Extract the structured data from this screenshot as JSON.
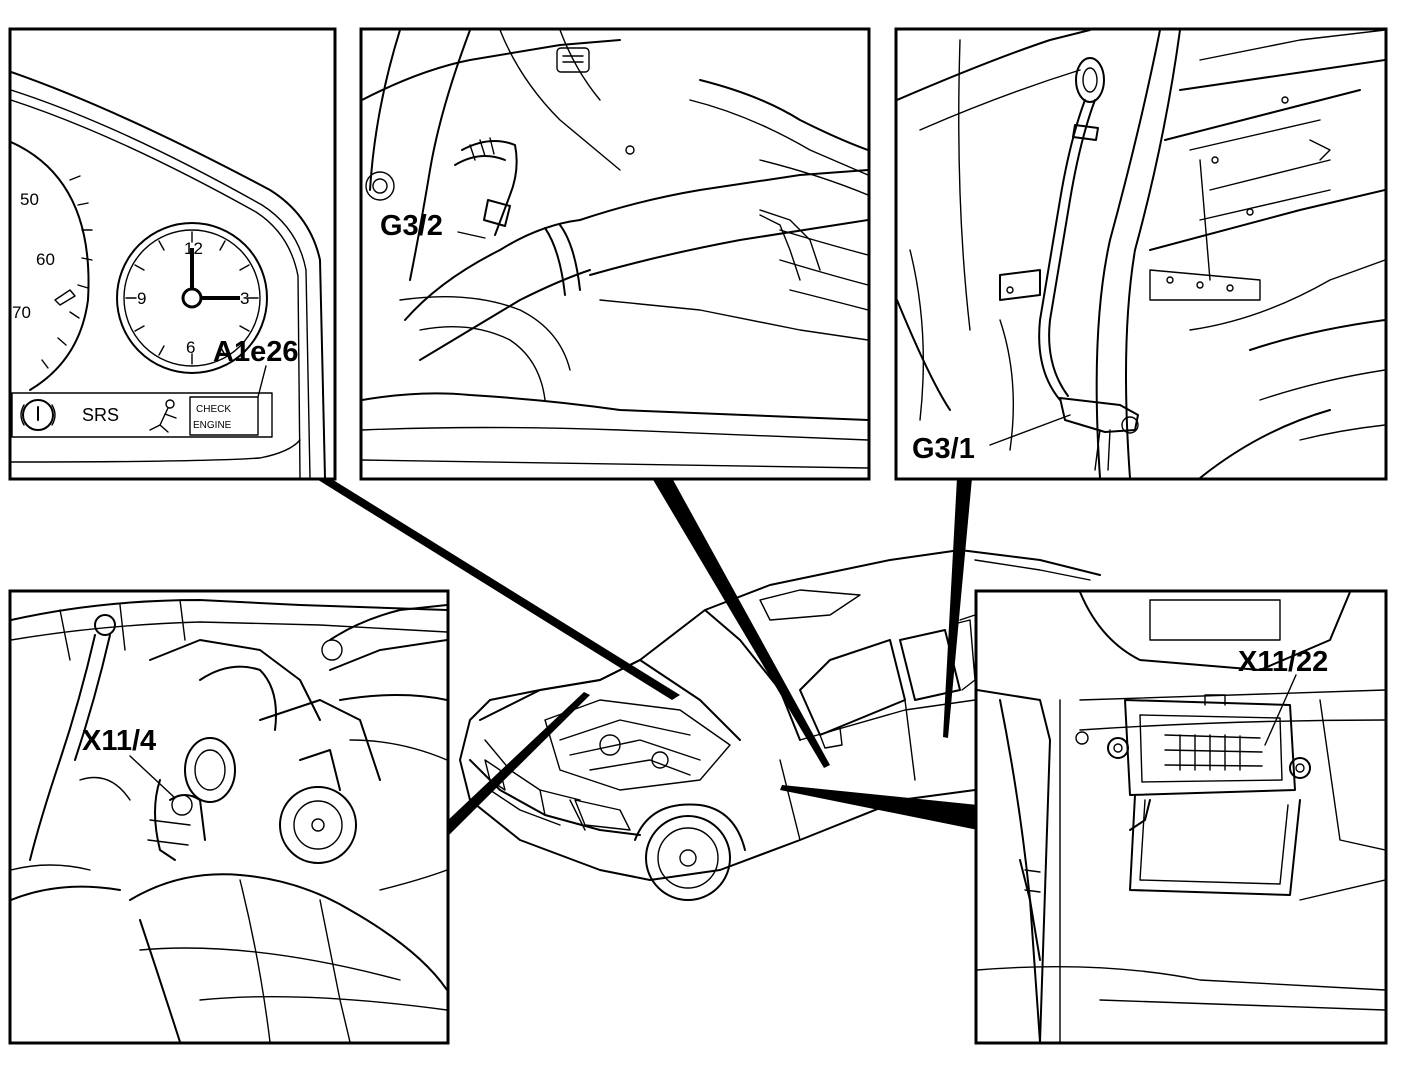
{
  "labels": {
    "cluster": "A1e26",
    "engine_left": "G3/2",
    "exhaust_right": "G3/1",
    "engine_bay": "X11/4",
    "footwell": "X11/22"
  },
  "cluster_text": {
    "srs": "SRS",
    "check": "CHECK",
    "engine": "ENGINE",
    "speed_50": "50",
    "speed_60": "60",
    "speed_70": "70",
    "clock_12": "12",
    "clock_3": "3",
    "clock_6": "6",
    "clock_9": "9"
  }
}
